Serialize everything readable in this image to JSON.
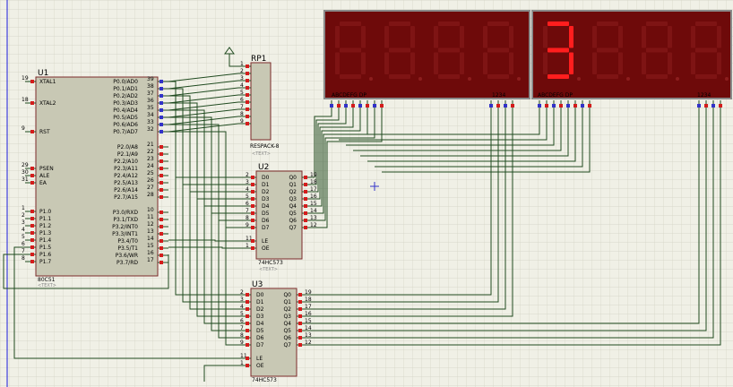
{
  "u1": {
    "ref": "U1",
    "part": "80C51",
    "text_tag": "<TEXT>",
    "left_pins": [
      {
        "num": "19",
        "name": "XTAL1"
      },
      {
        "num": "18",
        "name": "XTAL2"
      },
      {
        "num": "9",
        "name": "RST"
      },
      {
        "num": "29",
        "name": "PSEN"
      },
      {
        "num": "30",
        "name": "ALE"
      },
      {
        "num": "31",
        "name": "EA"
      },
      {
        "num": "1",
        "name": "P1.0"
      },
      {
        "num": "2",
        "name": "P1.1"
      },
      {
        "num": "3",
        "name": "P1.2"
      },
      {
        "num": "4",
        "name": "P1.3"
      },
      {
        "num": "5",
        "name": "P1.4"
      },
      {
        "num": "6",
        "name": "P1.5"
      },
      {
        "num": "7",
        "name": "P1.6"
      },
      {
        "num": "8",
        "name": "P1.7"
      }
    ],
    "right_pins": [
      {
        "num": "39",
        "name": "P0.0/AD0"
      },
      {
        "num": "38",
        "name": "P0.1/AD1"
      },
      {
        "num": "37",
        "name": "P0.2/AD2"
      },
      {
        "num": "36",
        "name": "P0.3/AD3"
      },
      {
        "num": "35",
        "name": "P0.4/AD4"
      },
      {
        "num": "34",
        "name": "P0.5/AD5"
      },
      {
        "num": "33",
        "name": "P0.6/AD6"
      },
      {
        "num": "32",
        "name": "P0.7/AD7"
      },
      {
        "num": "21",
        "name": "P2.0/A8"
      },
      {
        "num": "22",
        "name": "P2.1/A9"
      },
      {
        "num": "23",
        "name": "P2.2/A10"
      },
      {
        "num": "24",
        "name": "P2.3/A11"
      },
      {
        "num": "25",
        "name": "P2.4/A12"
      },
      {
        "num": "26",
        "name": "P2.5/A13"
      },
      {
        "num": "27",
        "name": "P2.6/A14"
      },
      {
        "num": "28",
        "name": "P2.7/A15"
      },
      {
        "num": "10",
        "name": "P3.0/RXD"
      },
      {
        "num": "11",
        "name": "P3.1/TXD"
      },
      {
        "num": "12",
        "name": "P3.2/INT0"
      },
      {
        "num": "13",
        "name": "P3.3/INT1"
      },
      {
        "num": "14",
        "name": "P3.4/T0"
      },
      {
        "num": "15",
        "name": "P3.5/T1"
      },
      {
        "num": "16",
        "name": "P3.6/WR"
      },
      {
        "num": "17",
        "name": "P3.7/RD"
      }
    ]
  },
  "rp1": {
    "ref": "RP1",
    "part": "RESPACK-8",
    "text_tag": "<TEXT>",
    "pins": [
      "1",
      "2",
      "3",
      "4",
      "5",
      "6",
      "7",
      "8",
      "9"
    ]
  },
  "u2": {
    "ref": "U2",
    "part": "74HC573",
    "text_tag": "<TEXT>",
    "left_pins": [
      {
        "num": "2",
        "name": "D0"
      },
      {
        "num": "3",
        "name": "D1"
      },
      {
        "num": "4",
        "name": "D2"
      },
      {
        "num": "5",
        "name": "D3"
      },
      {
        "num": "6",
        "name": "D4"
      },
      {
        "num": "7",
        "name": "D5"
      },
      {
        "num": "8",
        "name": "D6"
      },
      {
        "num": "9",
        "name": "D7"
      },
      {
        "num": "11",
        "name": "LE"
      },
      {
        "num": "1",
        "name": "OE"
      }
    ],
    "right_pins": [
      {
        "num": "19",
        "name": "Q0"
      },
      {
        "num": "18",
        "name": "Q1"
      },
      {
        "num": "17",
        "name": "Q2"
      },
      {
        "num": "16",
        "name": "Q3"
      },
      {
        "num": "15",
        "name": "Q4"
      },
      {
        "num": "14",
        "name": "Q5"
      },
      {
        "num": "13",
        "name": "Q6"
      },
      {
        "num": "12",
        "name": "Q7"
      }
    ]
  },
  "u3": {
    "ref": "U3",
    "part": "74HC573",
    "left_pins": [
      {
        "num": "2",
        "name": "D0"
      },
      {
        "num": "3",
        "name": "D1"
      },
      {
        "num": "4",
        "name": "D2"
      },
      {
        "num": "5",
        "name": "D3"
      },
      {
        "num": "6",
        "name": "D4"
      },
      {
        "num": "7",
        "name": "D5"
      },
      {
        "num": "8",
        "name": "D6"
      },
      {
        "num": "9",
        "name": "D7"
      },
      {
        "num": "11",
        "name": "LE"
      },
      {
        "num": "1",
        "name": "OE"
      }
    ],
    "right_pins": [
      {
        "num": "19",
        "name": "Q0"
      },
      {
        "num": "18",
        "name": "Q1"
      },
      {
        "num": "17",
        "name": "Q2"
      },
      {
        "num": "16",
        "name": "Q3"
      },
      {
        "num": "15",
        "name": "Q4"
      },
      {
        "num": "14",
        "name": "Q5"
      },
      {
        "num": "13",
        "name": "Q6"
      },
      {
        "num": "12",
        "name": "Q7"
      }
    ]
  },
  "display_left": {
    "seg_label": "ABCDEFG DP",
    "digit_label": "1234",
    "digits": [
      "8",
      "8",
      "8",
      "8"
    ],
    "lit": [
      false,
      false,
      false,
      false
    ]
  },
  "display_right": {
    "seg_label": "ABCDEFG DP",
    "digit_label": "1234",
    "digits": [
      "3",
      "8",
      "8",
      "8"
    ],
    "lit": [
      true,
      false,
      false,
      false
    ]
  },
  "colors": {
    "background": "#f0f0e6",
    "grid": "#d2d2c3",
    "chip_fill": "#c8c8b4",
    "chip_border": "#7b2a2a",
    "wire": "#1f4a1f",
    "pin_red": "#d41c1c",
    "pin_blue": "#3232c8",
    "display_bg": "#6e0a0a",
    "segment_off": "#8c1e1e",
    "segment_on": "#ff1e1e",
    "border_line": "#1a1adc"
  }
}
